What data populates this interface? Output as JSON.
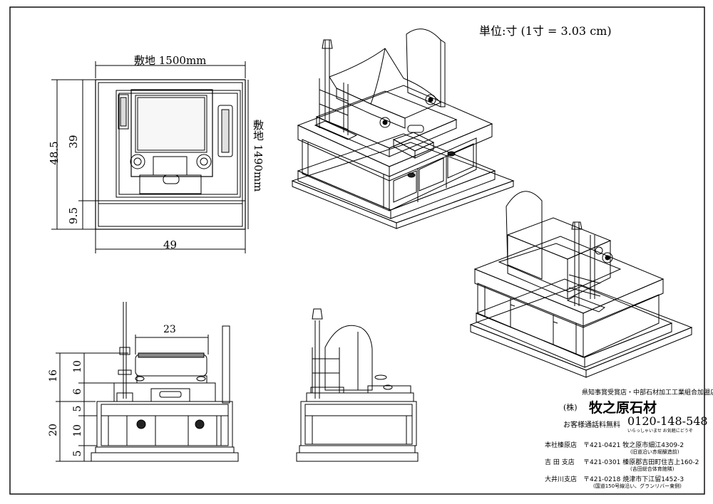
{
  "unit_note": "単位:寸 (1寸 = 3.03 cm)",
  "plan_view": {
    "site_width": "敷地 1500mm",
    "site_depth": "敷地 1490mm",
    "dim_total_depth": "48.5",
    "dim_upper": "39",
    "dim_lower": "9.5",
    "dim_width": "49"
  },
  "front_view": {
    "dim_top_width": "23",
    "dim_upper_total": "16",
    "dim_10a": "10",
    "dim_6": "6",
    "dim_lower_total": "20",
    "dim_5a": "5",
    "dim_10b": "10",
    "dim_5b": "5"
  },
  "company": {
    "cert": "県知事賞受賞店・中部石材加工工業組合加盟店",
    "prefix": "(株)",
    "name": "牧之原石材",
    "free_call": "お客様通話料無料",
    "phone": "0120-148-548",
    "tagline": "いらっしゃいませ お気軽にどうぞ",
    "branches": [
      {
        "name": "本社榛原店",
        "address": "〒421-0421 牧之原市細江4309-2",
        "note": "(旧道沿い赤堀醸造前)"
      },
      {
        "name": "吉 田 支店",
        "address": "〒421-0301 榛原郡吉田町住吉上160-2",
        "note": "(吉田総合体育館隣)"
      },
      {
        "name": "大井川支店",
        "address": "〒421-0218 焼津市下江留1452-3",
        "note": "(国道150号線沿い、グランリバー東側)"
      }
    ]
  }
}
